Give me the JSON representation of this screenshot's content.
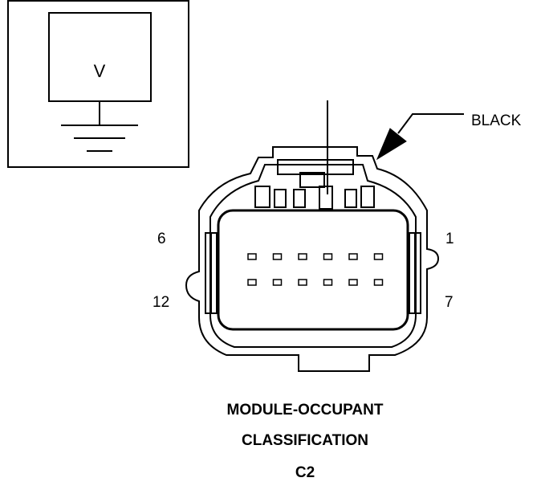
{
  "meter_box": {
    "symbol": "V",
    "icon": "voltmeter-with-ground-icon"
  },
  "connector": {
    "color_label": "BLACK",
    "pin_labels": {
      "top_left": "6",
      "bottom_left": "12",
      "top_right": "1",
      "bottom_right": "7"
    },
    "pin_rows": 2,
    "pins_per_row": 6,
    "probe_pin_index": 3
  },
  "title": {
    "line1": "MODULE-OCCUPANT",
    "line2": "CLASSIFICATION",
    "line3": "C2"
  }
}
